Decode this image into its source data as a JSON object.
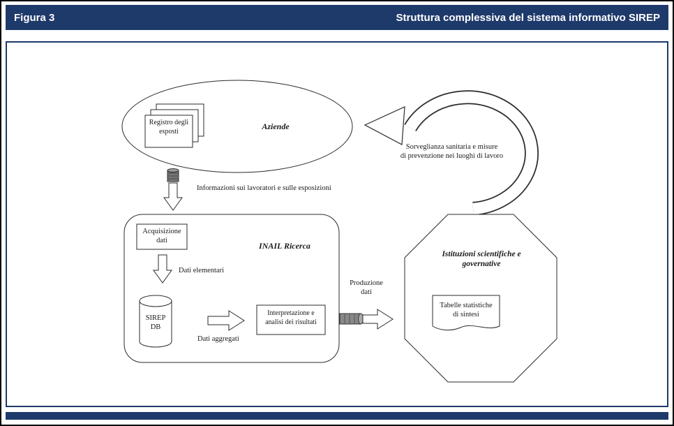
{
  "header": {
    "figure_label": "Figura 3",
    "title": "Struttura complessiva del sistema informativo SIREP"
  },
  "colors": {
    "navy": "#1e3a6b",
    "stroke": "#2b2b2b"
  },
  "diagram": {
    "aziende_label": "Aziende",
    "registro_lines": [
      "Registro degli",
      "esposti"
    ],
    "sorveglianza_lines": [
      "Sorveglianza sanitaria e misure",
      "di prevenzione nei luoghi di lavoro"
    ],
    "informazioni_label": "Informazioni sui lavoratori e sulle esposizioni",
    "inail_label": "INAIL Ricerca",
    "acquisizione_lines": [
      "Acquisizione",
      "dati"
    ],
    "dati_elementari_label": "Dati elementari",
    "sirep_db_lines": [
      "SIREP",
      "DB"
    ],
    "dati_aggregati_label": "Dati aggregati",
    "interpretazione_lines": [
      "Interpretazione e",
      "analisi dei risultati"
    ],
    "produzione_lines": [
      "Produzione",
      "dati"
    ],
    "istituzioni_lines": [
      "Istituzioni scientifiche e",
      "governative"
    ],
    "tabelle_lines": [
      "Tabelle statistiche",
      "di sintesi"
    ]
  }
}
